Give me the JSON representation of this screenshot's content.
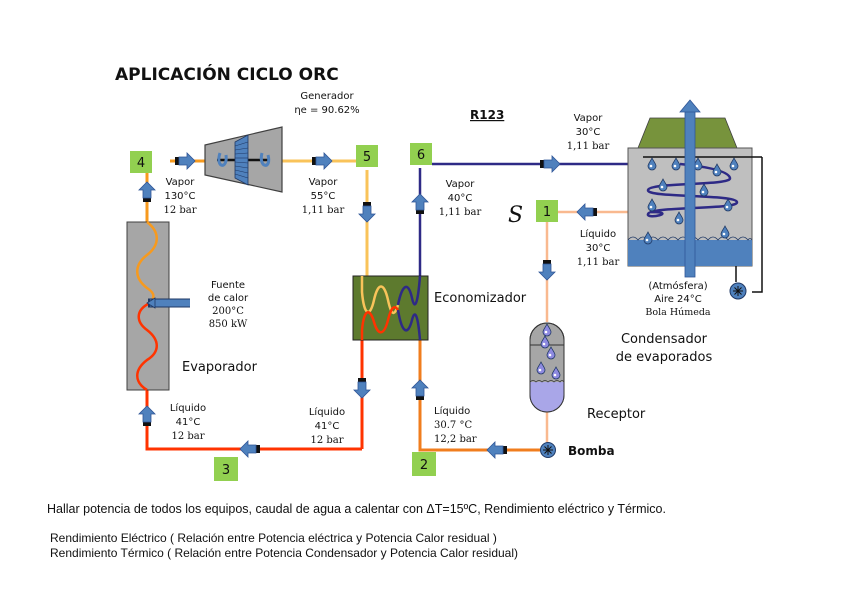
{
  "title": "APLICACIÓN CICLO ORC",
  "fluid": "R123",
  "generator": {
    "label": "Generador",
    "efficiency": "ηe = 90.62%"
  },
  "nodes": [
    "1",
    "2",
    "3",
    "4",
    "5",
    "6"
  ],
  "states": {
    "s4": [
      "Vapor",
      "130°C",
      "12 bar"
    ],
    "s5": [
      "Vapor",
      "55°C",
      "1,11 bar"
    ],
    "s6": [
      "Vapor",
      "40°C",
      "1,11 bar"
    ],
    "s_cond_in": [
      "Vapor",
      "30°C",
      "1,11 bar"
    ],
    "s1": [
      "Líquido",
      "30°C",
      "1,11 bar"
    ],
    "s2": [
      "Líquido",
      "30.7 °C",
      "12,2 bar"
    ],
    "s3a": [
      "Líquido",
      "41°C",
      "12 bar"
    ],
    "s3b": [
      "Líquido",
      "41°C",
      "12 bar"
    ]
  },
  "heat_source": [
    "Fuente",
    "de calor",
    "200°C",
    "850 kW"
  ],
  "atmosphere": [
    "(Atmósfera)",
    "Aire  24°C",
    "Bola Húmeda"
  ],
  "equipment": {
    "evaporator": "Evaporador",
    "economizer": "Economizador",
    "condenser": [
      "Condensador",
      "de evaporados"
    ],
    "receiver": "Receptor",
    "pump": "Bomba"
  },
  "s_mark": "S",
  "footer": {
    "task": "Hallar potencia de todos los equipos, caudal de agua a calentar con ΔT=15ºC, Rendimiento eléctrico y Térmico.",
    "electric": "Rendimiento Eléctrico ( Relación entre Potencia eléctrica y Potencia Calor residual )",
    "thermal": "Rendimiento Térmico ( Relación entre Potencia Condensador y Potencia Calor residual)"
  },
  "colors": {
    "hot_vapor": "#f79a1e",
    "warm_vapor": "#f9c35a",
    "liquid_hot": "#ff3300",
    "liquid_pump": "#f07d1e",
    "cold_vapor": "#2e2a86",
    "cond_liquid": "#f9b98f",
    "node_green": "#92d050",
    "arrow_blue": "#4f81bd",
    "equip_gray": "#a6a6a6",
    "econ_green": "#5d7a2e",
    "water_blue": "#4f81bd",
    "receiver_liquid": "#a9a6e8"
  }
}
